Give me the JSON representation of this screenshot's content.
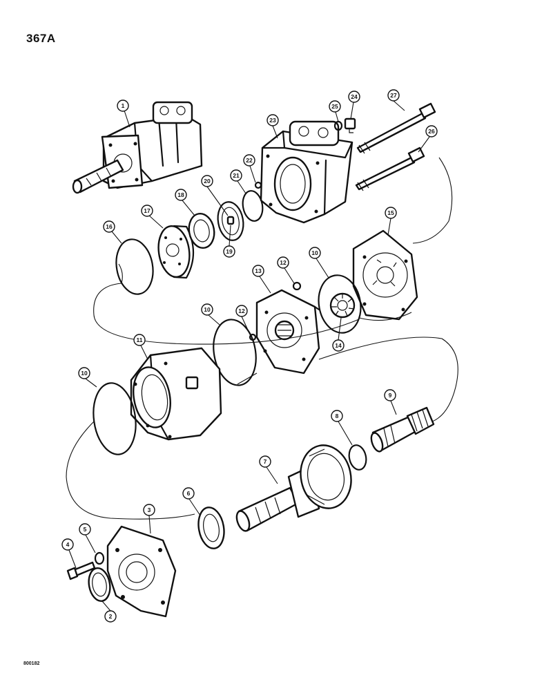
{
  "page": {
    "page_number": "367A",
    "drawing_code": "800182"
  },
  "callouts": {
    "c1": "1",
    "c2": "2",
    "c3": "3",
    "c4": "4",
    "c5": "5",
    "c6": "6",
    "c7": "7",
    "c8": "8",
    "c9": "9",
    "c10a": "10",
    "c10b": "10",
    "c10c": "10",
    "c11": "11",
    "c12a": "12",
    "c12b": "12",
    "c13": "13",
    "c14": "14",
    "c15": "15",
    "c16": "16",
    "c17": "17",
    "c18": "18",
    "c19": "19",
    "c20": "20",
    "c21": "21",
    "c22": "22",
    "c23": "23",
    "c24": "24",
    "c25": "25",
    "c26": "26",
    "c27": "27"
  }
}
